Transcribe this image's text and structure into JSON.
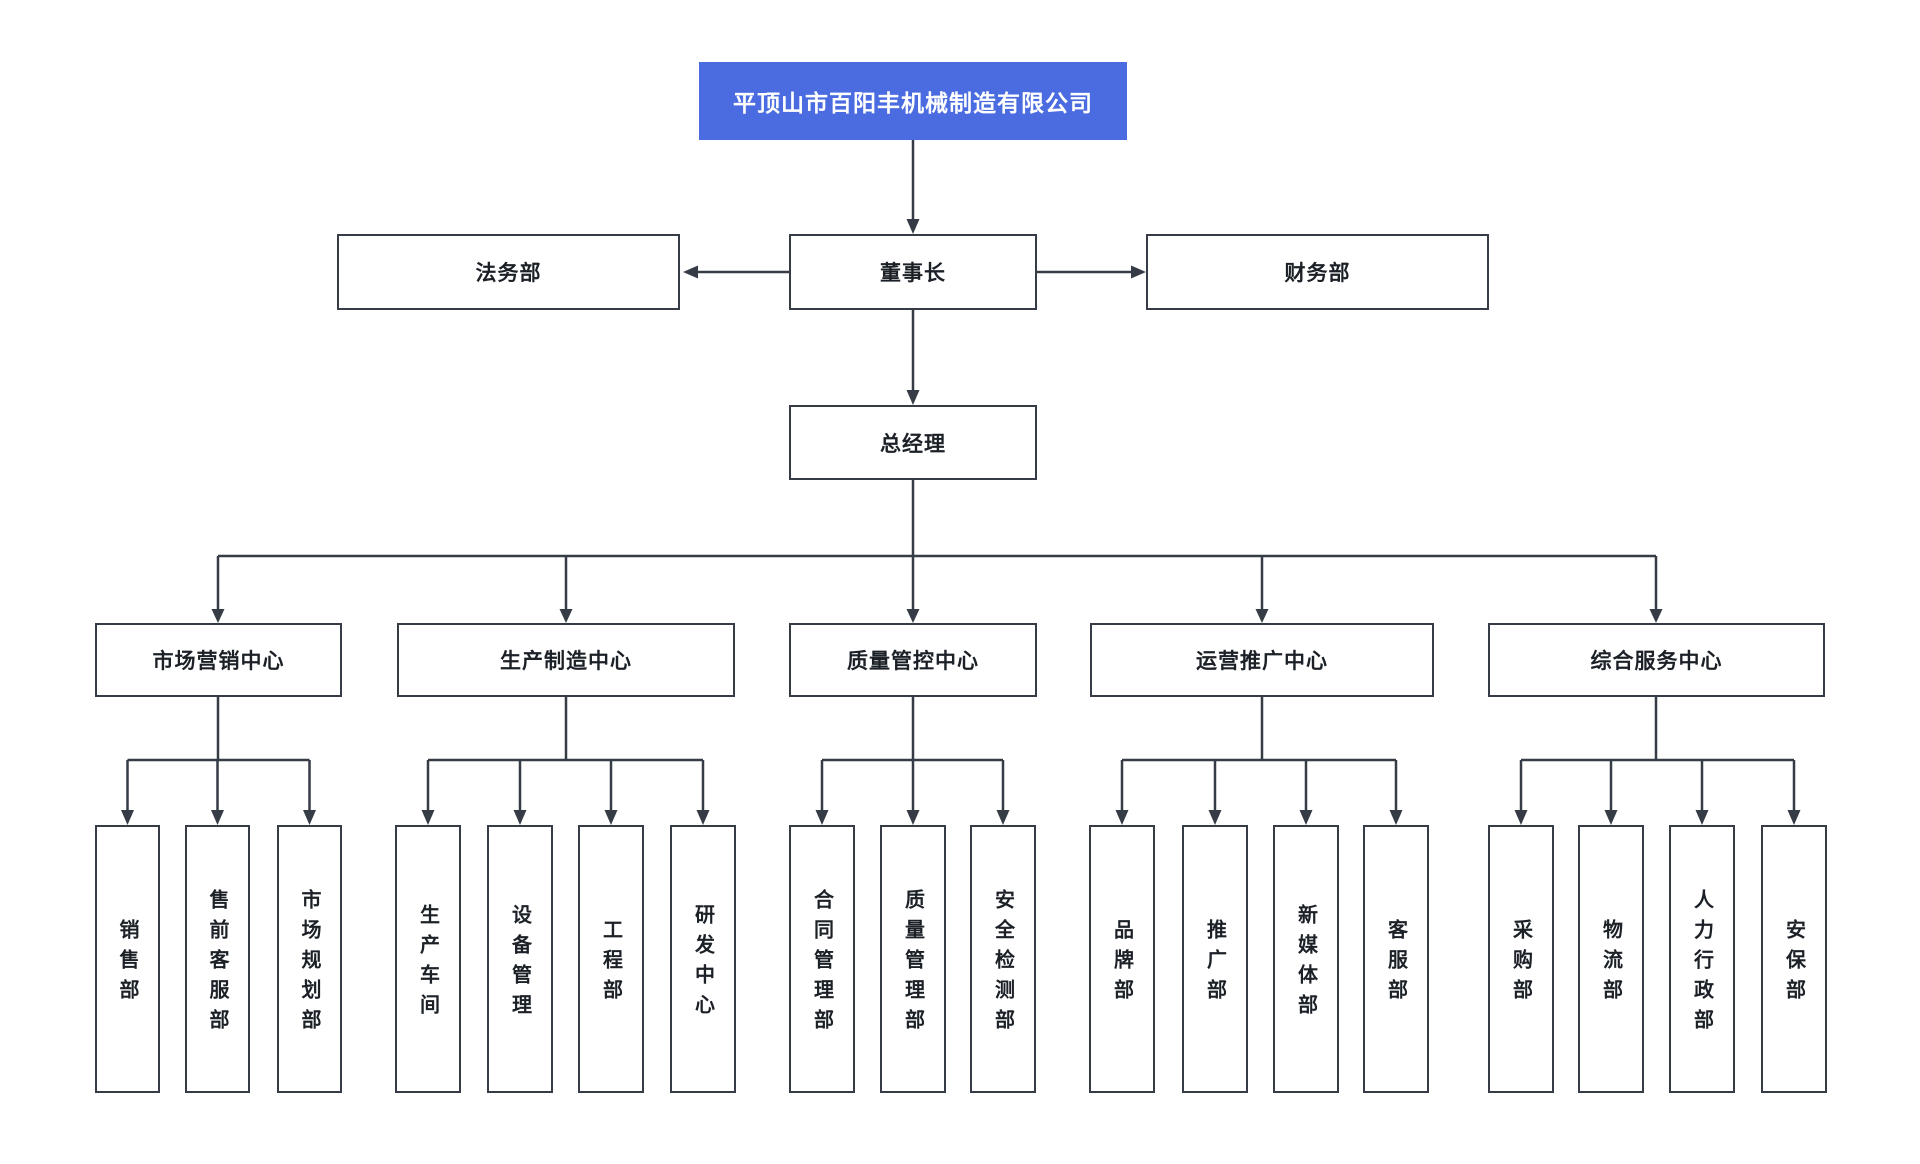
{
  "diagram": {
    "type": "org-chart",
    "title": "平顶山市百阳丰机械制造有限公司",
    "colors": {
      "root_background": "#4a6ce0",
      "root_text": "#ffffff",
      "line_and_border": "#353c46",
      "node_text": "#1c2128",
      "page_background": "#ffffff"
    },
    "root": {
      "label": "平顶山市百阳丰机械制造有限公司"
    },
    "executive_row": [
      {
        "label": "法务部"
      },
      {
        "label": "董事长"
      },
      {
        "label": "财务部"
      }
    ],
    "general_manager": {
      "label": "总经理"
    },
    "centers": [
      {
        "label": "市场营销中心",
        "departments": [
          {
            "label": "销售部"
          },
          {
            "label": "售前客服部"
          },
          {
            "label": "市场规划部"
          }
        ]
      },
      {
        "label": "生产制造中心",
        "departments": [
          {
            "label": "生产车间"
          },
          {
            "label": "设备管理"
          },
          {
            "label": "工程部"
          },
          {
            "label": "研发中心"
          }
        ]
      },
      {
        "label": "质量管控中心",
        "departments": [
          {
            "label": "合同管理部"
          },
          {
            "label": "质量管理部"
          },
          {
            "label": "安全检测部"
          }
        ]
      },
      {
        "label": "运营推广中心",
        "departments": [
          {
            "label": "品牌部"
          },
          {
            "label": "推广部"
          },
          {
            "label": "新媒体部"
          },
          {
            "label": "客服部"
          }
        ]
      },
      {
        "label": "综合服务中心",
        "departments": [
          {
            "label": "采购部"
          },
          {
            "label": "物流部"
          },
          {
            "label": "人力行政部"
          },
          {
            "label": "安保部"
          }
        ]
      }
    ]
  }
}
